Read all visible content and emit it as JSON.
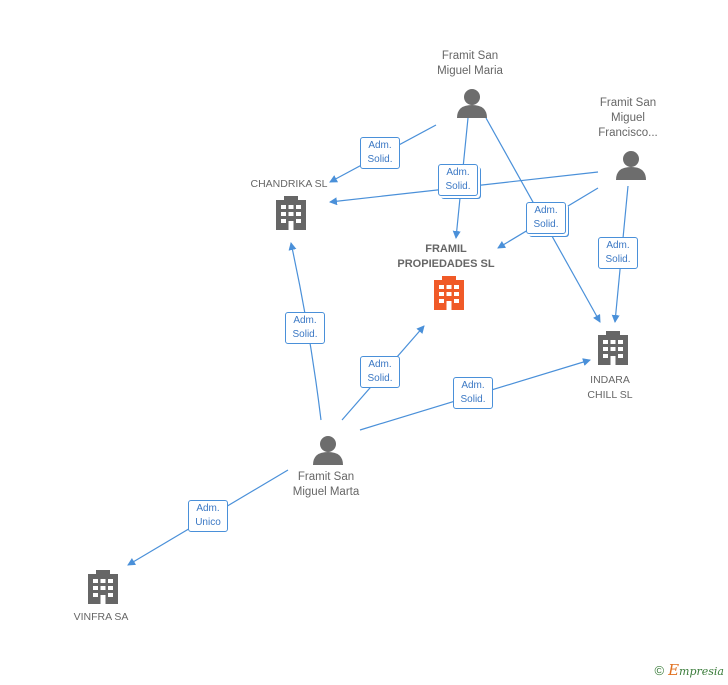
{
  "nodes": {
    "framil": {
      "line1": "FRAMIL",
      "line2": "PROPIEDADES SL"
    },
    "chandrika": {
      "line1": "CHANDRIKA SL"
    },
    "indara": {
      "line1": "INDARA",
      "line2": "CHILL SL"
    },
    "vinfra": {
      "line1": "VINFRA SA"
    },
    "maria": {
      "line1": "Framit San",
      "line2": "Miguel Maria"
    },
    "francisco": {
      "line1": "Framit San",
      "line2": "Miguel",
      "line3": "Francisco..."
    },
    "marta": {
      "line1": "Framit San",
      "line2": "Miguel Marta"
    }
  },
  "badges": {
    "maria_chandrika": {
      "line1": "Adm.",
      "line2": "Solid."
    },
    "maria_framil": {
      "line1": "Adm.",
      "line2": "Solid."
    },
    "francisco_framil": {
      "line1": "Adm.",
      "line2": "Solid."
    },
    "francisco_indara": {
      "line1": "Adm.",
      "line2": "Solid."
    },
    "marta_chandrika": {
      "line1": "Adm.",
      "line2": "Solid."
    },
    "marta_framil": {
      "line1": "Adm.",
      "line2": "Solid."
    },
    "marta_indara": {
      "line1": "Adm.",
      "line2": "Solid."
    },
    "marta_vinfra": {
      "line1": "Adm.",
      "line2": "Unico"
    }
  },
  "footer": {
    "copyright": "©",
    "brand_first": "E",
    "brand_rest": "mpresia"
  },
  "colors": {
    "edge": "#4a90d9",
    "main_company": "#f05a28",
    "company": "#666666",
    "person": "#6d6d6d"
  }
}
